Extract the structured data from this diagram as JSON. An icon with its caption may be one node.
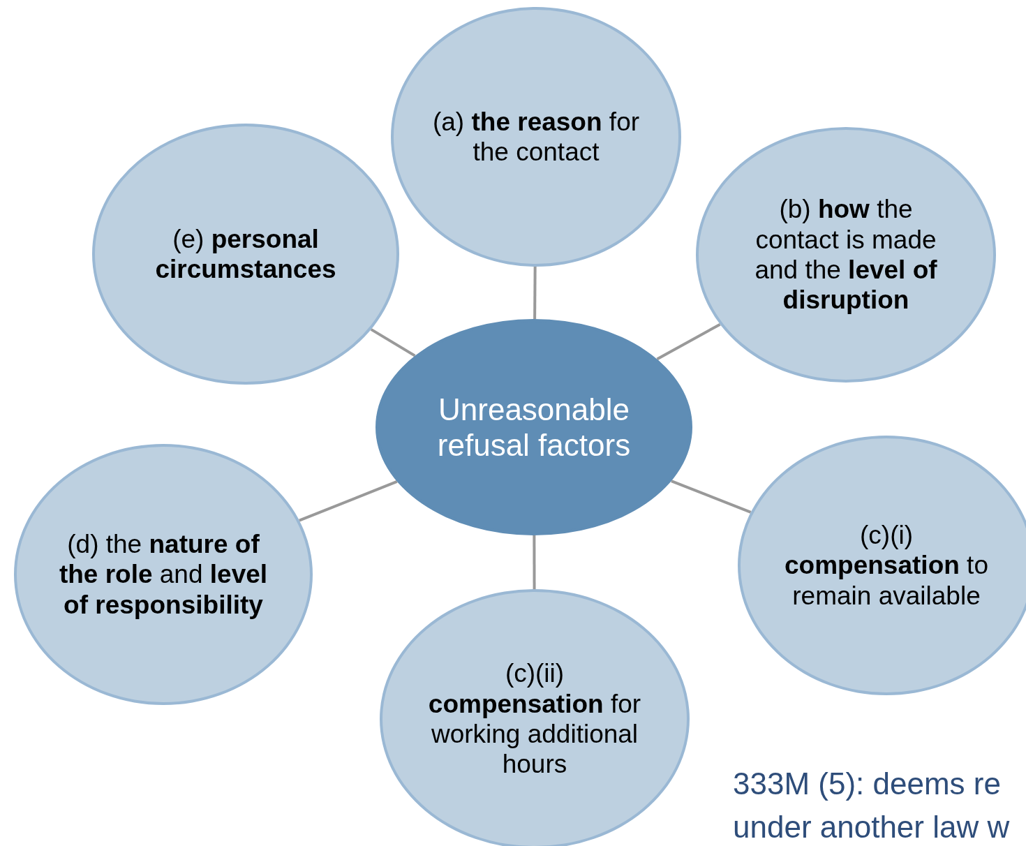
{
  "diagram": {
    "nodes": [
      {
        "text": [
          "(a) **the reason** for the contact"
        ]
      },
      {
        "text": [
          "(e) **personal circumstances**"
        ]
      },
      {
        "text": [
          "(b) **how** the contact is made and the **level of disruption**"
        ]
      },
      {
        "text": [
          "Unreasonable refusal factors"
        ]
      },
      {
        "text": [
          "(d) the **nature of the role** and **level of responsibility**"
        ]
      },
      {
        "text": [
          "(c)(i) **compensation** to remain available"
        ]
      },
      {
        "text": [
          "(c)(ii) **compensation** for working additional hours"
        ]
      }
    ],
    "edges": [
      {
        "from": 3,
        "to": 0,
        "arrow": "none"
      },
      {
        "from": 3,
        "to": 1,
        "arrow": "none"
      },
      {
        "from": 3,
        "to": 2,
        "arrow": "none"
      },
      {
        "from": 3,
        "to": 4,
        "arrow": "none"
      },
      {
        "from": 3,
        "to": 5,
        "arrow": "none"
      },
      {
        "from": 3,
        "to": 6,
        "arrow": "none"
      }
    ],
    "labels": [
      "333M (5): deems re",
      "under another law w"
    ]
  }
}
